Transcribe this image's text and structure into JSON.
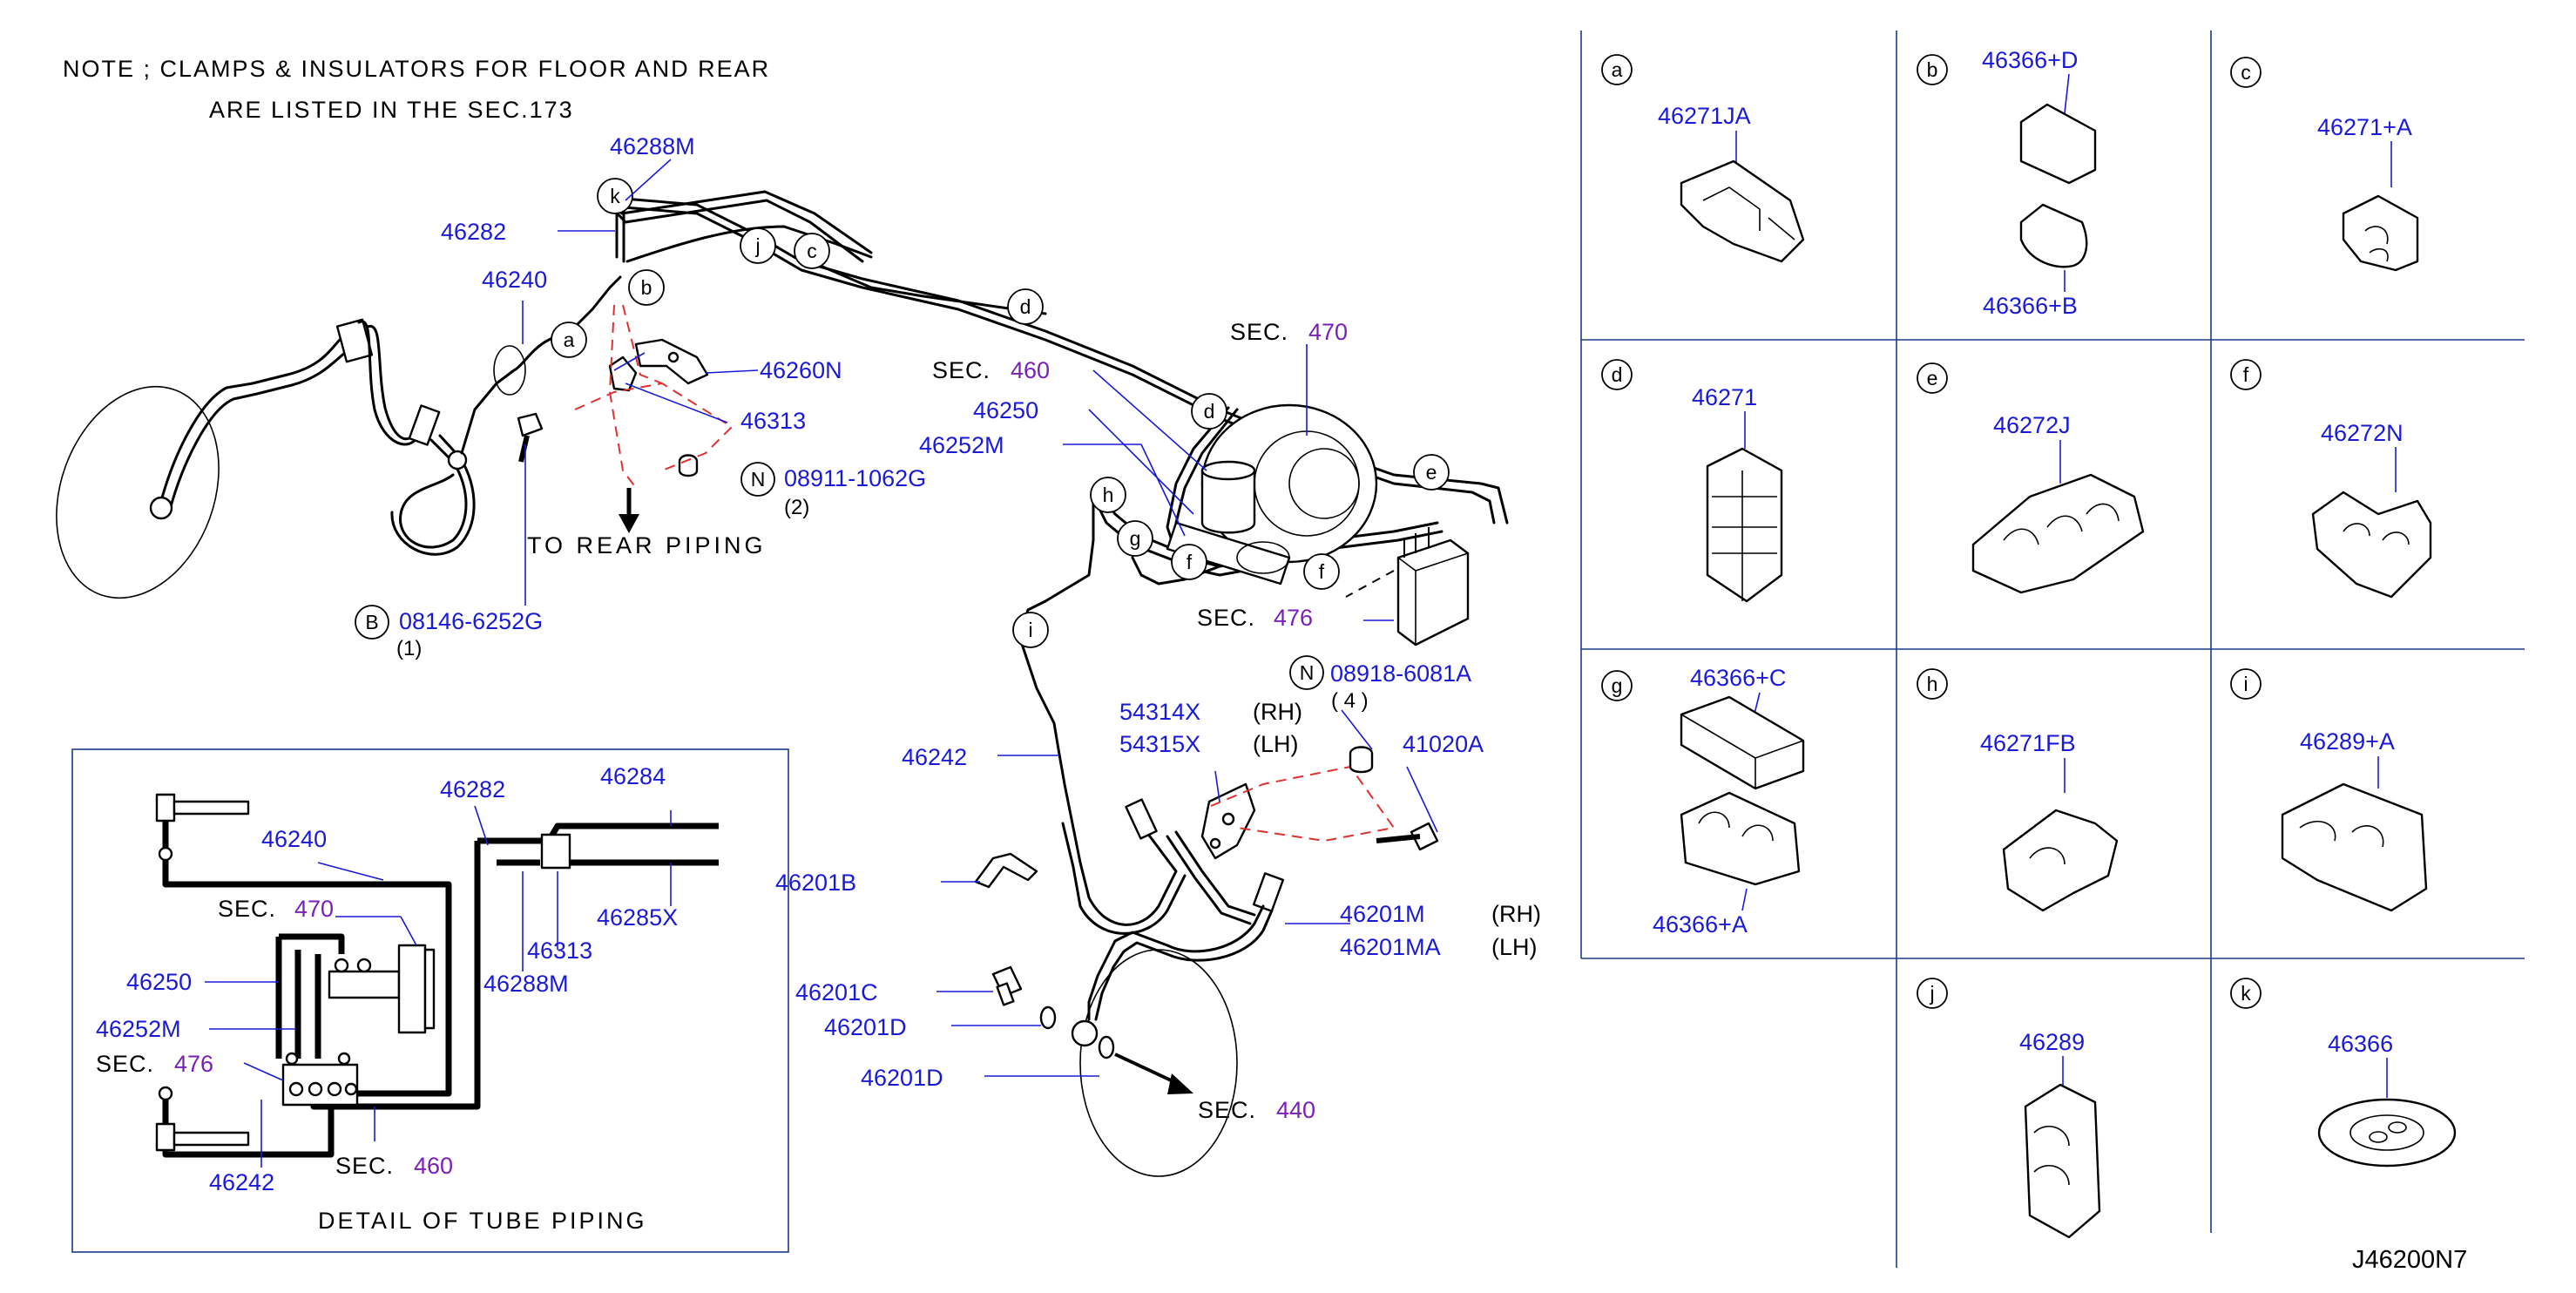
{
  "note": {
    "line1": "NOTE ; CLAMPS & INSULATORS FOR FLOOR AND REAR",
    "line2": "ARE LISTED IN THE SEC.173"
  },
  "main_labels": {
    "p46288M": "46288M",
    "p46282": "46282",
    "p46240": "46240",
    "p46260N": "46260N",
    "p46313": "46313",
    "p08911": "08911-1062G",
    "p08911_qty": "(2)",
    "to_rear": "TO REAR PIPING",
    "p08146": "08146-6252G",
    "p08146_qty": "(1)",
    "sec460_label": "SEC.",
    "sec460_num": "460",
    "sec470_label": "SEC.",
    "sec470_num": "470",
    "p46250": "46250",
    "p46252M": "46252M",
    "sec476_label": "SEC.",
    "sec476_num": "476",
    "p08918": "08918-6081A",
    "p08918_qty": "( 4 )",
    "p54314X": "54314X",
    "p54315X": "54315X",
    "rh1": "(RH)",
    "lh1": "(LH)",
    "p41020A": "41020A",
    "p46242": "46242",
    "p46201B": "46201B",
    "p46201M": "46201M",
    "p46201MA": "46201MA",
    "rh2": "(RH)",
    "lh2": "(LH)",
    "p46201C": "46201C",
    "p46201D_1": "46201D",
    "p46201D_2": "46201D",
    "sec440_label": "SEC.",
    "sec440_num": "440"
  },
  "callout_letters": [
    "a",
    "b",
    "c",
    "d",
    "e",
    "f",
    "f",
    "g",
    "h",
    "i",
    "j",
    "k"
  ],
  "symbol_letters": {
    "B": "B",
    "N1": "N",
    "N2": "N"
  },
  "detail": {
    "p46282": "46282",
    "p46284": "46284",
    "p46240": "46240",
    "sec470_label": "SEC.",
    "sec470_num": "470",
    "p46285X": "46285X",
    "p46313": "46313",
    "p46250": "46250",
    "p46288M": "46288M",
    "p46252M": "46252M",
    "sec476_label": "SEC.",
    "sec476_num": "476",
    "p46242": "46242",
    "sec460_label": "SEC.",
    "sec460_num": "460",
    "caption": "DETAIL OF TUBE PIPING"
  },
  "grid_cells": [
    {
      "letter": "a",
      "parts": [
        "46271JA"
      ]
    },
    {
      "letter": "b",
      "parts": [
        "46366+D",
        "46366+B"
      ]
    },
    {
      "letter": "c",
      "parts": [
        "46271+A"
      ]
    },
    {
      "letter": "d",
      "parts": [
        "46271"
      ]
    },
    {
      "letter": "e",
      "parts": [
        "46272J"
      ]
    },
    {
      "letter": "f",
      "parts": [
        "46272N"
      ]
    },
    {
      "letter": "g",
      "parts": [
        "46366+C",
        "46366+A"
      ]
    },
    {
      "letter": "h",
      "parts": [
        "46271FB"
      ]
    },
    {
      "letter": "i",
      "parts": [
        "46289+A"
      ]
    },
    {
      "letter": "j",
      "parts": [
        "46289"
      ]
    },
    {
      "letter": "k",
      "parts": [
        "46366"
      ]
    }
  ],
  "diagram_code": "J46200N7",
  "colors": {
    "part_number": "#1a1ad6",
    "section_number": "#7a1fb8",
    "dashed_leader": "#e03030",
    "grid_line": "#1a3a8a"
  }
}
